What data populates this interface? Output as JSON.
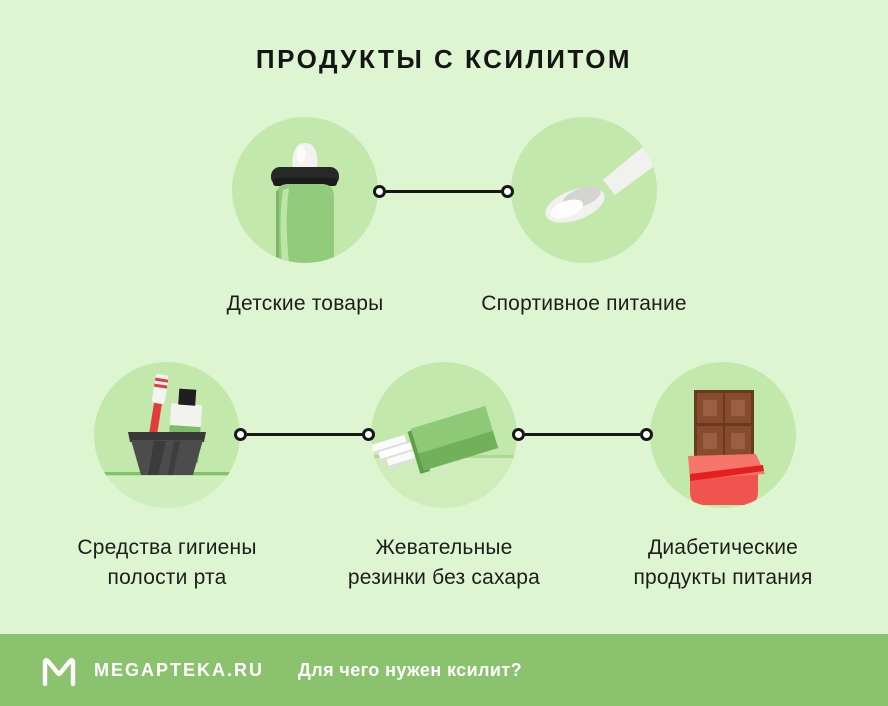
{
  "title": "ПРОДУКТЫ С КСИЛИТОМ",
  "groups": {
    "top": [
      {
        "label": "Детские товары",
        "icon": "baby-bottle"
      },
      {
        "label": "Спортивное питание",
        "icon": "spoon-with-xylitol-powder"
      }
    ],
    "bottom": [
      {
        "label": "Средства гигиены\nполости рта",
        "icon": "toothbrush-and-toothpaste-cup"
      },
      {
        "label": "Жевательные\nрезинки без сахара",
        "icon": "chewing-gum-pack"
      },
      {
        "label": "Диабетические\nпродукты питания",
        "icon": "chocolate-bar"
      }
    ]
  },
  "footer": {
    "brand": "MEGAPTEKA.RU",
    "question": "Для чего нужен ксилит?",
    "logo_icon": "megapteka-m-logo"
  },
  "colors": {
    "background": "#ddf5d1",
    "circle_fill": "#c2e9ab",
    "footer_bar": "#8ac26e",
    "connector": "#161616",
    "text": "#1d1d1d",
    "footer_text": "#ffffff",
    "accent_green": "#8dc976",
    "accent_red": "#ef4f4a"
  }
}
